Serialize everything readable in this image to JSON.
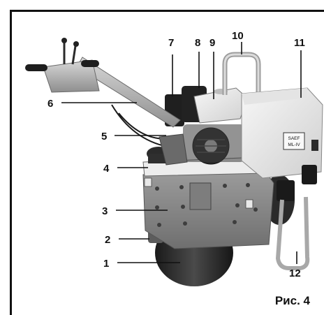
{
  "figure": {
    "caption": "Рис. 4",
    "nameplate": [
      "SAEF",
      "ML-IV"
    ],
    "callouts": [
      {
        "id": "1",
        "label": "1"
      },
      {
        "id": "2",
        "label": "2"
      },
      {
        "id": "3",
        "label": "3"
      },
      {
        "id": "4",
        "label": "4"
      },
      {
        "id": "5",
        "label": "5"
      },
      {
        "id": "6",
        "label": "6"
      },
      {
        "id": "7",
        "label": "7"
      },
      {
        "id": "8",
        "label": "8"
      },
      {
        "id": "9",
        "label": "9"
      },
      {
        "id": "10",
        "label": "10"
      },
      {
        "id": "11",
        "label": "11"
      },
      {
        "id": "12",
        "label": "12"
      }
    ]
  }
}
